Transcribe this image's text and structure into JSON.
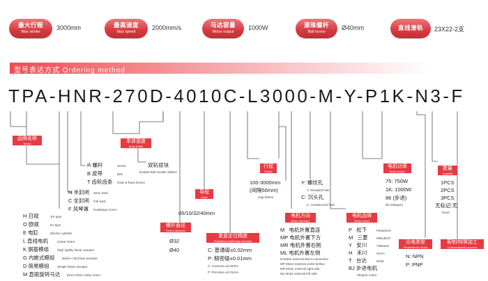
{
  "specs": [
    {
      "cn": "最大行程",
      "en": "Max stroke",
      "value": "3000mm"
    },
    {
      "cn": "最高速度",
      "en": "Max speed",
      "value": "2000mm/s"
    },
    {
      "cn": "马达容量",
      "en": "Motor output",
      "value": "1000W"
    },
    {
      "cn": "滚珠螺杆",
      "en": "Ball screw",
      "value": "Ø40mm"
    },
    {
      "cn": "直线滑轨",
      "en": "",
      "value": "23X22-2支"
    }
  ],
  "section_title": "型号表达方式 Ordering method",
  "model_code": "TPA-HNR-270D-4010C-L3000-M-Y-P1K-N3-F",
  "brand": {
    "cn": "品牌名称",
    "en": "Brand",
    "items": [
      {
        "code": "H",
        "cn": "日规",
        "en": "JIS type"
      },
      {
        "code": "O",
        "cn": "欧规",
        "en": "Eu type"
      },
      {
        "code": "E",
        "cn": "电缸",
        "en": "Electric cylinder"
      },
      {
        "code": "L",
        "cn": "直线电机",
        "en": "Linear motor"
      },
      {
        "code": "K",
        "cn": "钢基模组",
        "en": "High rigidity linear actuator"
      },
      {
        "code": "G",
        "cn": "内嵌式模组",
        "en": "Built-in rail linear actuator"
      },
      {
        "code": "D",
        "cn": "简易模组",
        "en": "Simple linear actuator"
      },
      {
        "code": "M",
        "cn": "直驱旋转马达",
        "en": "Direct drive rotary motor"
      }
    ]
  },
  "cover": {
    "items": [
      {
        "code": "N",
        "cn": "半封闭",
        "en": "Semi Seal"
      },
      {
        "code": "C",
        "cn": "全封闭",
        "en": "Full Seal"
      },
      {
        "code": "F",
        "cn": "风琴罩",
        "en": "Guideway Cover"
      }
    ]
  },
  "drive": {
    "items": [
      {
        "code": "R",
        "cn": "螺杆",
        "en": "Screw"
      },
      {
        "code": "B",
        "cn": "皮带",
        "en": "Belt"
      },
      {
        "code": "T",
        "cn": "齿轮齿条",
        "en": "Gear & Rack Driven"
      }
    ]
  },
  "width": {
    "cn": "本体宽度",
    "en": "Body Width",
    "note_cn": "双轨双块",
    "note_en": "Double Rail Double Sliders"
  },
  "screw_dia": {
    "cn": "螺杆直径",
    "en": "Screw diameter",
    "items": [
      "Ø32",
      "Ø40"
    ]
  },
  "lead": {
    "cn": "导程",
    "en": "Lead",
    "values": "05/10/32/40mm"
  },
  "accuracy": {
    "cn": "重复定位精度",
    "en": "Repeated positioning accuracy",
    "items": [
      {
        "cn": "C: 普通级±0.02mm",
        "en": "C: Common ±0.02mm"
      },
      {
        "cn": "P: 精密级±0.01mm",
        "en": "P: Precision ±0.01mm"
      }
    ]
  },
  "stroke": {
    "cn": "行程",
    "en": "Stroke",
    "value": "100-3000mm",
    "gap": "(间隔50mm)",
    "gap_en": "Gap 50mm"
  },
  "hole": {
    "items": [
      {
        "code": "Y:",
        "cn": "螺纹孔",
        "en": "Y: threaded hole"
      },
      {
        "code": "C:",
        "cn": "沉头孔",
        "en": "C: countersunk hole"
      }
    ]
  },
  "direction": {
    "cn": "电机方向",
    "en": "Motor direction",
    "items": [
      {
        "code": "M",
        "cn": "电机外置直连",
        "en": "Motor external direct connection"
      },
      {
        "code": "MP",
        "cn": "电机外置下方",
        "en": "Motor external under bellow"
      },
      {
        "code": "MR",
        "cn": "电机外置右侧",
        "en": "Motor external right side"
      },
      {
        "code": "ML",
        "cn": "电机外置左侧",
        "en": "Motor external left side"
      }
    ]
  },
  "motor_brand": {
    "cn": "电机品牌",
    "en": "Motor brand",
    "items": [
      {
        "code": "P",
        "cn": "松下",
        "en": "Panasonic"
      },
      {
        "code": "M",
        "cn": "三菱",
        "en": "Mitsubishi"
      },
      {
        "code": "Y",
        "cn": "安川",
        "en": "Yaskawa"
      },
      {
        "code": "H",
        "cn": "禾川",
        "en": "HCFA"
      },
      {
        "code": "T",
        "cn": "台达",
        "en": "Delta"
      },
      {
        "code": "BJ",
        "cn": "步进电机",
        "en": "Stepper motor"
      }
    ]
  },
  "motor_power": {
    "cn": "电机功率",
    "en": "Motor power",
    "items": [
      "75: 750W",
      "1K: 1000W",
      "86 (步进)"
    ],
    "note_en": "86 (Stepper)"
  },
  "quantity": {
    "cn": "数量",
    "en": "Quantity",
    "items": [
      "1PCS",
      "2PCS",
      "3PCS",
      "无标记:无"
    ],
    "note_en": "None"
  },
  "photo": {
    "cn": "光电类型",
    "en": "Photoelectric Mode",
    "items": [
      "N: NPN",
      "P: PNP"
    ]
  },
  "custom": {
    "cn": "客制/特殊加工",
    "en": "Custom/special process"
  }
}
